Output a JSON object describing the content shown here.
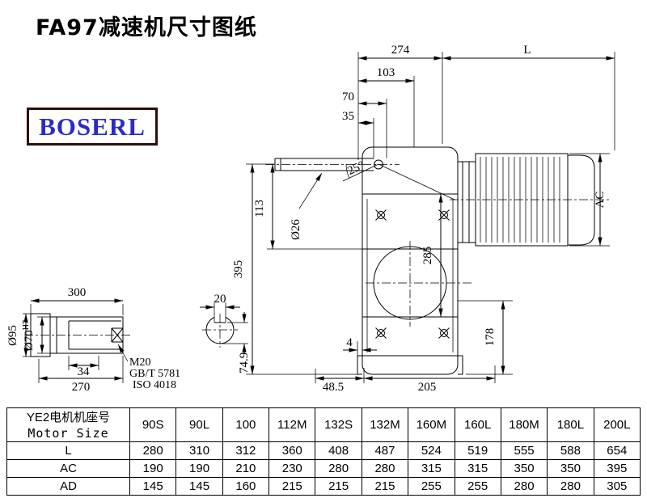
{
  "header": {
    "title": "FA97减速机尺寸图纸",
    "logo": "BOSERL"
  },
  "drawing": {
    "dim_274": "274",
    "dim_L": "L",
    "dim_103": "103",
    "dim_70": "70",
    "dim_35": "35",
    "angle_25": "25°",
    "dia_26": "Ø26",
    "dim_113": "113",
    "dim_395": "395",
    "dim_285": "285",
    "dim_AC": "AC",
    "dim_178": "178",
    "dim_4": "4",
    "dim_48_5": "48.5",
    "dim_205": "205"
  },
  "shaft_detail": {
    "dim_300": "300",
    "dim_270": "270",
    "dim_34": "34",
    "dia_95": "Ø95",
    "dia_70": "Ø70",
    "dia_70_tol": "H7",
    "m20": "M20",
    "std_gb": "GB/T 5781",
    "std_iso": "ISO 4018",
    "dim_20": "20",
    "dim_74_9": "74.9"
  },
  "table": {
    "col0_line1": "YE2电机机座号",
    "col0_line2": "Motor Size",
    "columns": [
      "90S",
      "90L",
      "100",
      "112M",
      "132S",
      "132M",
      "160M",
      "160L",
      "180M",
      "180L",
      "200L"
    ],
    "rows": [
      {
        "label": "L",
        "values": [
          "280",
          "310",
          "312",
          "360",
          "408",
          "487",
          "524",
          "519",
          "555",
          "588",
          "654"
        ]
      },
      {
        "label": "AC",
        "values": [
          "190",
          "190",
          "210",
          "230",
          "280",
          "280",
          "315",
          "315",
          "350",
          "350",
          "395"
        ]
      },
      {
        "label": "AD",
        "values": [
          "145",
          "145",
          "160",
          "215",
          "215",
          "215",
          "255",
          "255",
          "280",
          "280",
          "305"
        ]
      }
    ]
  }
}
